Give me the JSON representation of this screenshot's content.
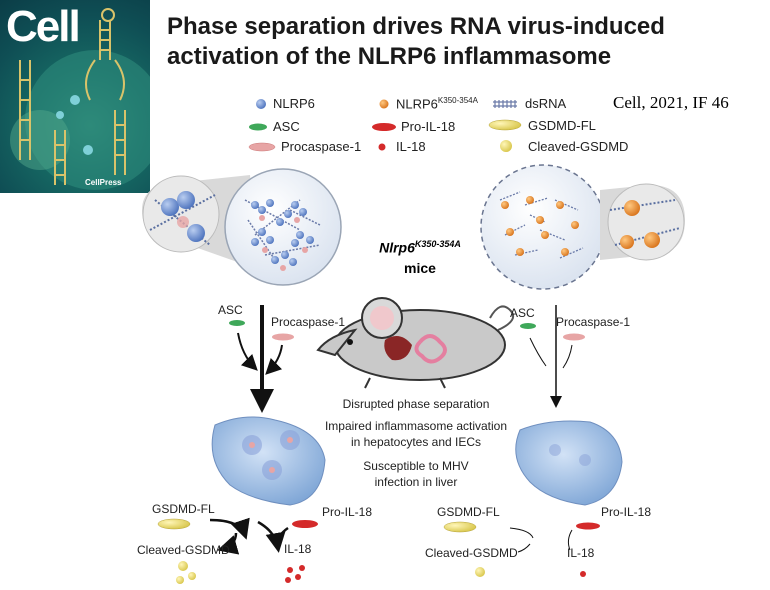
{
  "cover": {
    "logo": "Cell",
    "publisher": "CellPress"
  },
  "title": {
    "line1": "Phase separation drives RNA virus-induced",
    "line2": "activation of the NLRP6 inflammasome"
  },
  "citation": "Cell, 2021, IF 46",
  "legend": {
    "nlrp6": "NLRP6",
    "mutant_base": "NLRP6",
    "mutant_sup": "K350-354A",
    "dsrna": "dsRNA",
    "asc": "ASC",
    "pro_il18": "Pro-IL-18",
    "gsdmd_fl": "GSDMD-FL",
    "procaspase": "Procaspase-1",
    "il18": "IL-18",
    "cleaved_gsdmd": "Cleaved-GSDMD"
  },
  "mice": {
    "gene": "Nlrp6",
    "sup": "K350-354A",
    "label": "mice"
  },
  "left_path": {
    "asc": "ASC",
    "procaspase": "Procaspase-1",
    "gsdmd_fl": "GSDMD-FL",
    "pro_il18": "Pro-IL-18",
    "cleaved_gsdmd": "Cleaved-GSDMD",
    "il18": "IL-18"
  },
  "right_path": {
    "asc": "ASC",
    "procaspase": "Procaspase-1",
    "gsdmd_fl": "GSDMD-FL",
    "pro_il18": "Pro-IL-18",
    "cleaved_gsdmd": "Cleaved-GSDMD",
    "il18": "IL-18"
  },
  "center": {
    "line1": "Disrupted phase separation",
    "line2": "Impaired inflammasome activation",
    "line3": "in hepatocytes and IECs",
    "line4": "Susceptible to MHV",
    "line5": "infection in liver"
  },
  "colors": {
    "nlrp6": "#6f93d3",
    "mutant": "#e88a2a",
    "asc": "#3fa85a",
    "pro_il18": "#d42a2a",
    "gsdmd": "#e8d96a",
    "procaspase": "#e7a5a5",
    "il18": "#d42a2a",
    "cell": "#a8c4e6"
  }
}
